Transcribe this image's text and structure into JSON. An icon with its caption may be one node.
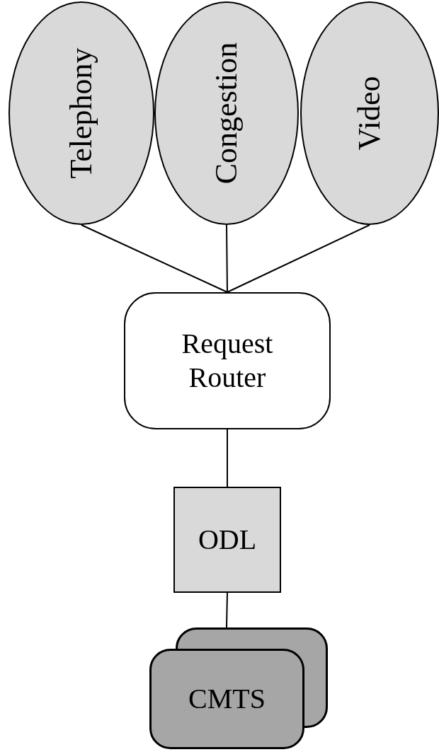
{
  "diagram": {
    "nodes": [
      {
        "text": [
          "Telephony"
        ]
      },
      {
        "text": [
          "Congestion"
        ]
      },
      {
        "text": [
          "Video"
        ]
      },
      {
        "text": [
          "Request Router"
        ]
      },
      {
        "text": [
          "ODL"
        ]
      },
      {
        "text": [
          "CMTS"
        ]
      }
    ],
    "edges": [
      {
        "from": 0,
        "to": 3,
        "arrow": "none"
      },
      {
        "from": 1,
        "to": 3,
        "arrow": "none"
      },
      {
        "from": 2,
        "to": 3,
        "arrow": "none"
      },
      {
        "from": 3,
        "to": 4,
        "arrow": "none"
      },
      {
        "from": 4,
        "to": 5,
        "arrow": "none"
      }
    ]
  }
}
